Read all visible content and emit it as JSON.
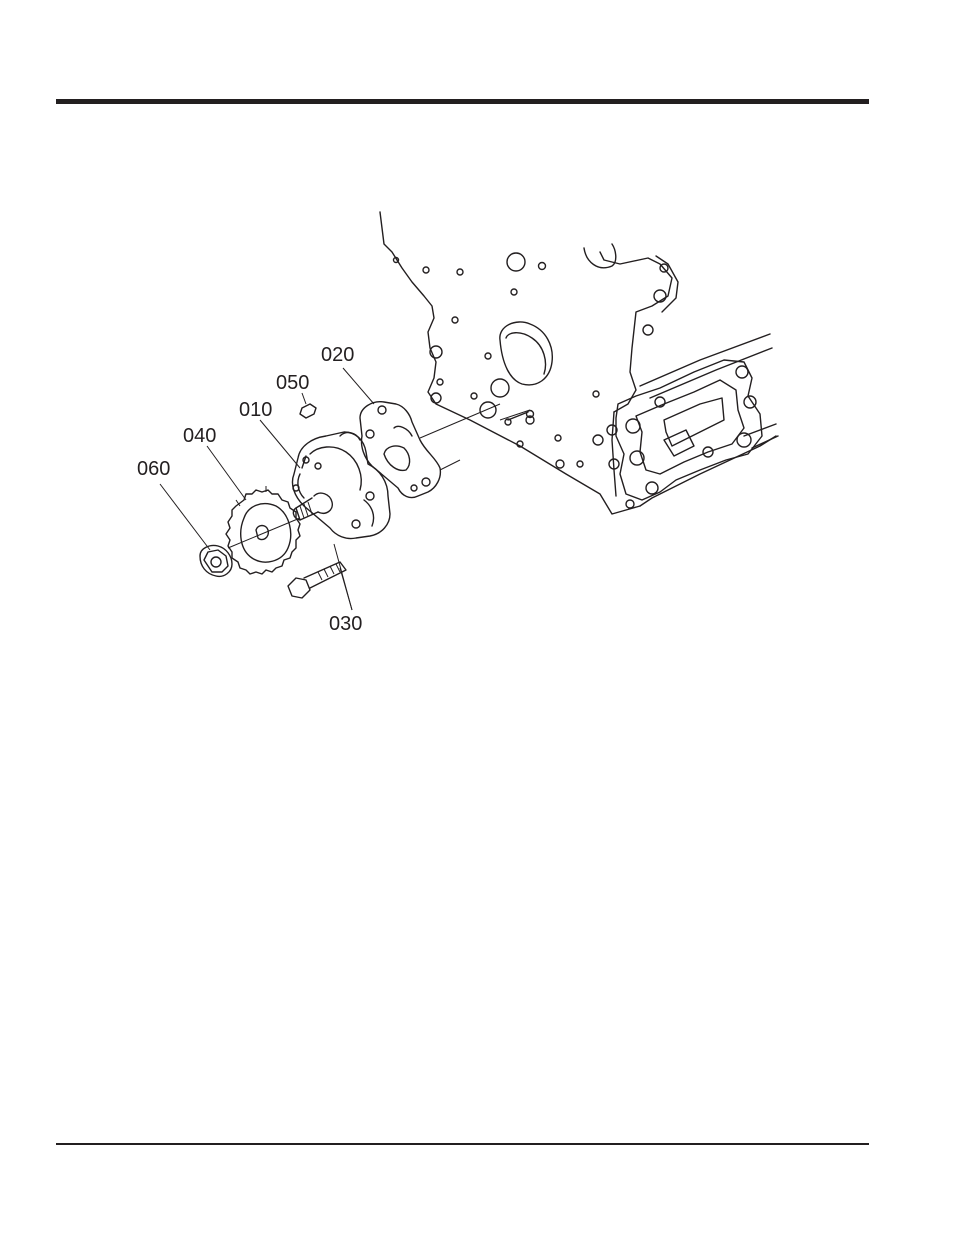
{
  "callouts": {
    "c010": "010",
    "c020": "020",
    "c030": "030",
    "c040": "040",
    "c050": "050",
    "c060": "060"
  },
  "colors": {
    "ink": "#231f20",
    "paper": "#ffffff"
  }
}
